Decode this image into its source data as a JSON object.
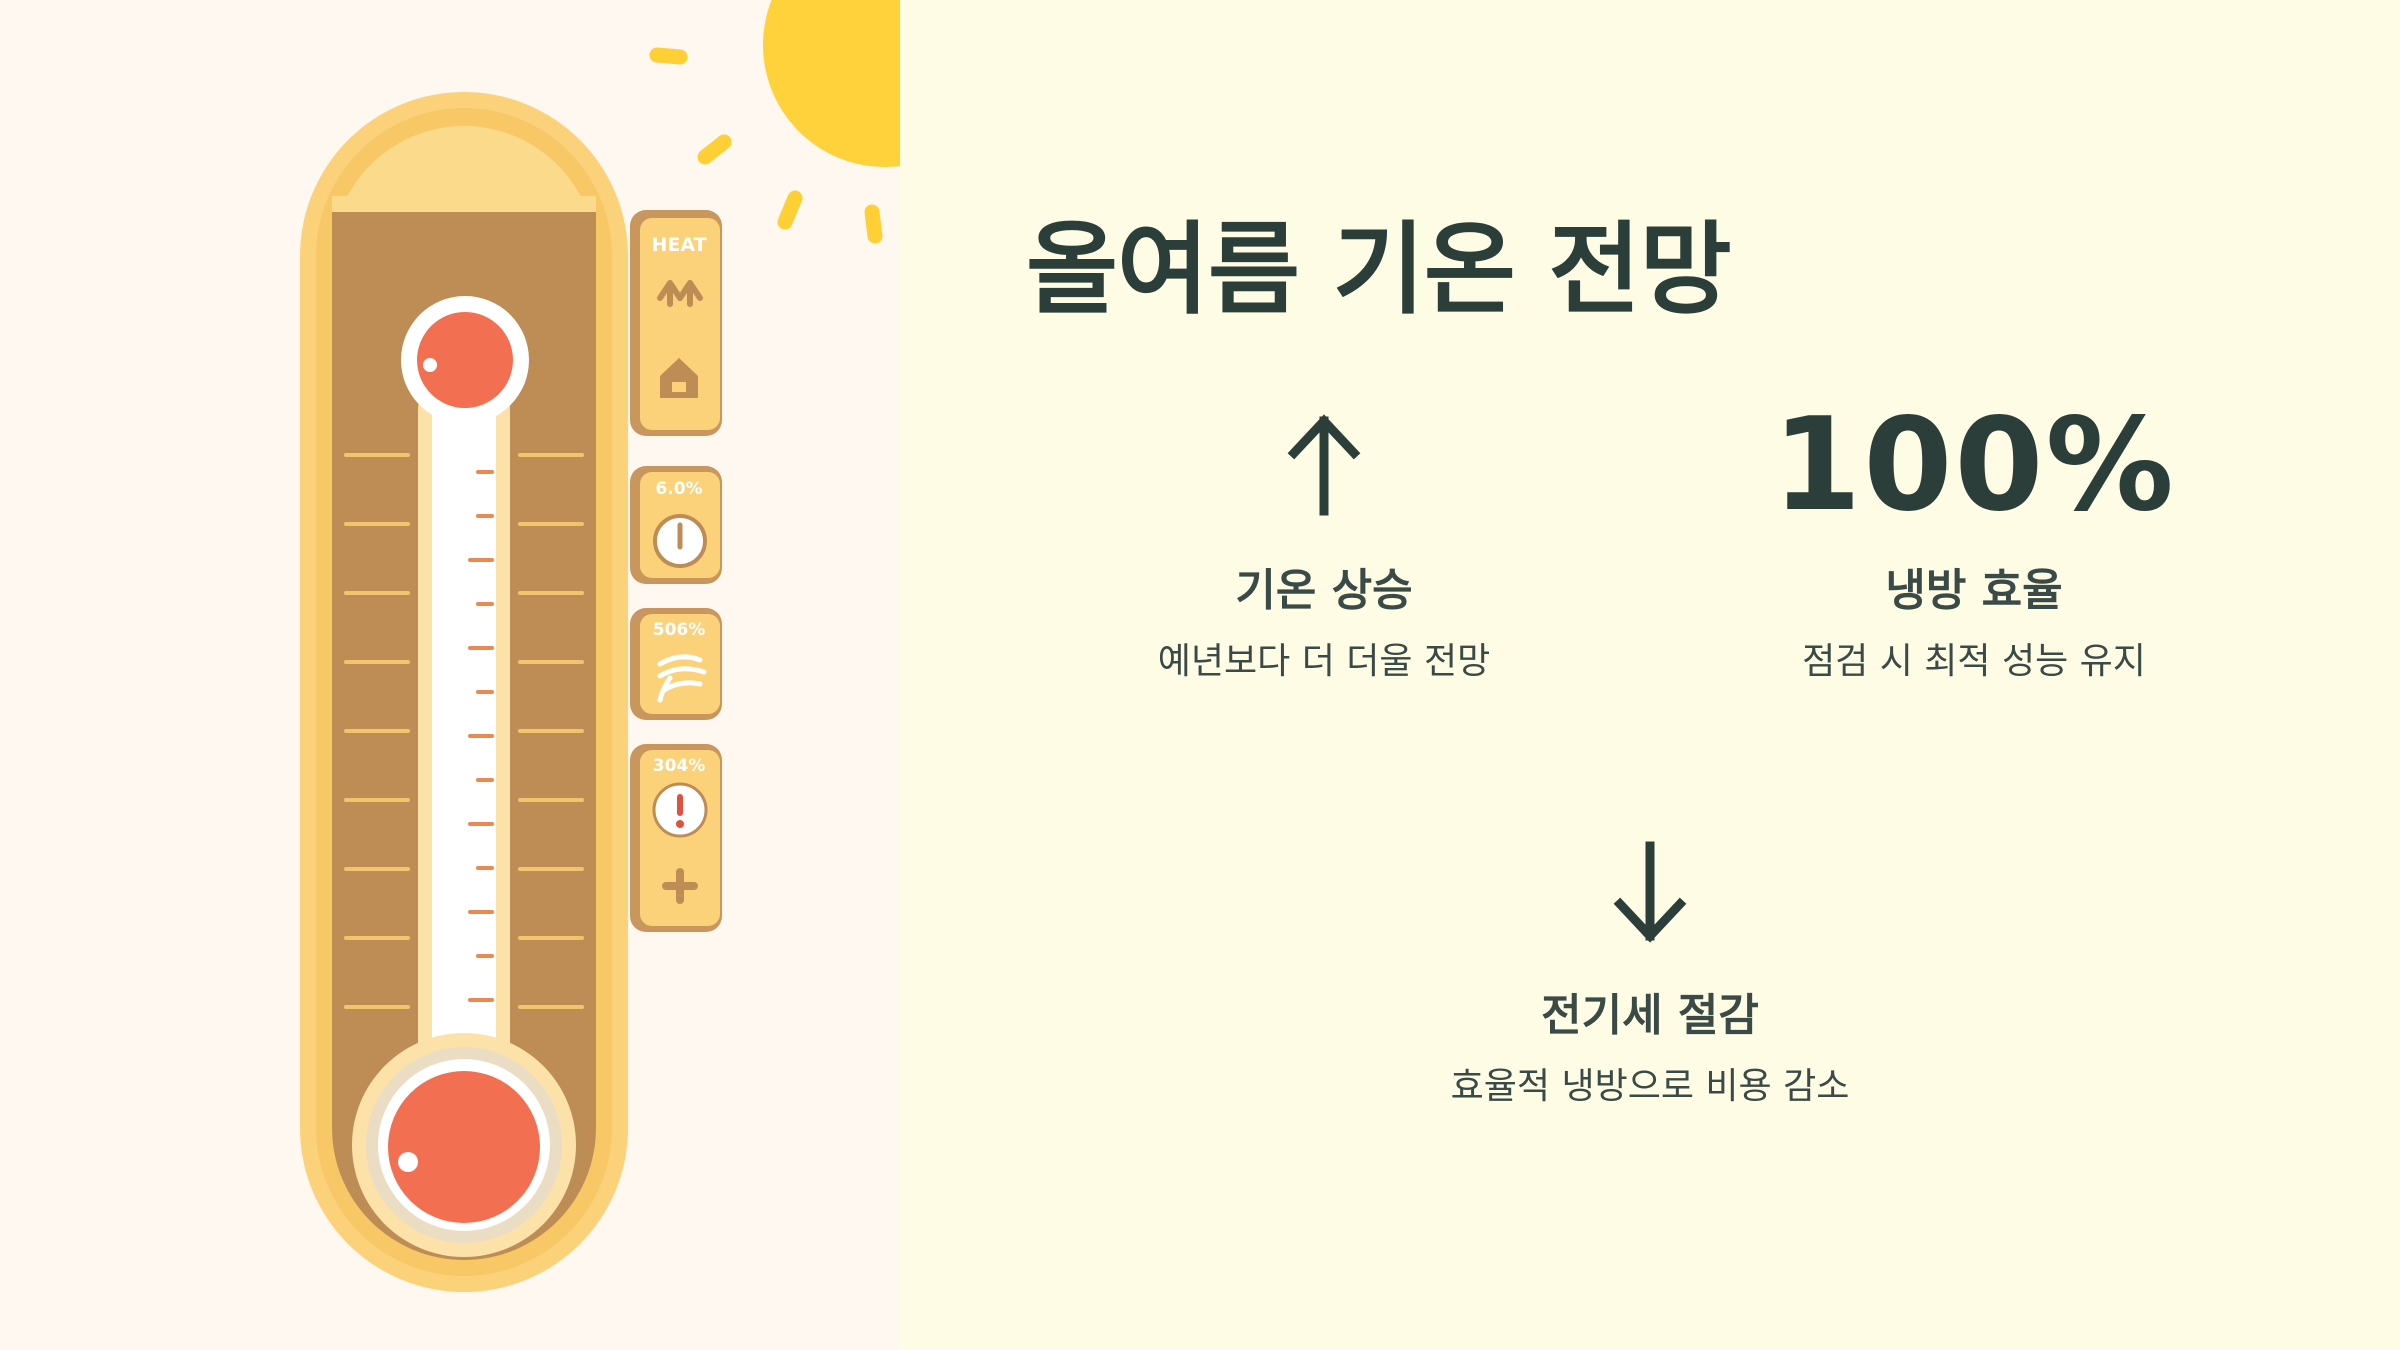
{
  "slide": {
    "title": "올여름 기온 전망",
    "colors": {
      "background": "#FFFCE6",
      "panel": "#FEF8F0",
      "text": "#2B3E3A",
      "thermo_frame": "#FBD27A",
      "thermo_body": "#BE8D56",
      "mercury": "#F36F52",
      "sun": "#FFD23C"
    }
  },
  "thermometer": {
    "icons": [
      "up-arrows-icon",
      "house-icon",
      "gauge-icon",
      "wind-icon",
      "alert-icon",
      "plus-icon"
    ],
    "panel_labels": [
      "HEAT",
      "6.0%",
      "506%",
      "304%"
    ]
  },
  "stats": [
    {
      "symbol": "up-arrow-icon",
      "label": "기온 상승",
      "desc": "예년보다 더 더울 전망"
    },
    {
      "value": "100%",
      "label": "냉방 효율",
      "desc": "점검 시 최적 성능 유지"
    },
    {
      "symbol": "down-arrow-icon",
      "label": "전기세 절감",
      "desc": "효율적 냉방으로 비용 감소"
    }
  ]
}
